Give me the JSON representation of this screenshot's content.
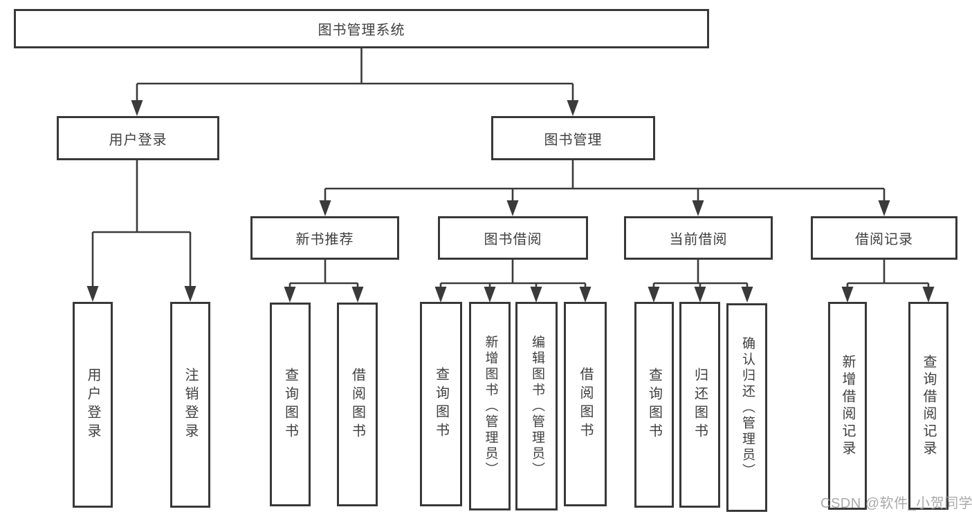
{
  "diagram": {
    "type": "hierarchy-tree",
    "title": "图书管理系统",
    "colors": {
      "line": "#3a3a3a",
      "box_border": "#383838",
      "text": "#3f3f3f",
      "watermark": "#9e9e9e",
      "background": "#ffffff"
    },
    "branches": [
      {
        "label": "用户登录",
        "leaves": [
          "用户登录",
          "注销登录"
        ]
      },
      {
        "label": "图书管理",
        "groups": [
          {
            "label": "新书推荐",
            "leaves": [
              "查询图书",
              "借阅图书"
            ]
          },
          {
            "label": "图书借阅",
            "leaves": [
              "查询图书",
              "新增图书（管理员）",
              "编辑图书（管理员）",
              "借阅图书"
            ]
          },
          {
            "label": "当前借阅",
            "leaves": [
              "查询图书",
              "归还图书",
              "确认归还（管理员）"
            ]
          },
          {
            "label": "借阅记录",
            "leaves": [
              "新增借阅记录",
              "查询借阅记录"
            ]
          }
        ]
      }
    ]
  },
  "watermark": "CSDN @软件_小贺同学"
}
